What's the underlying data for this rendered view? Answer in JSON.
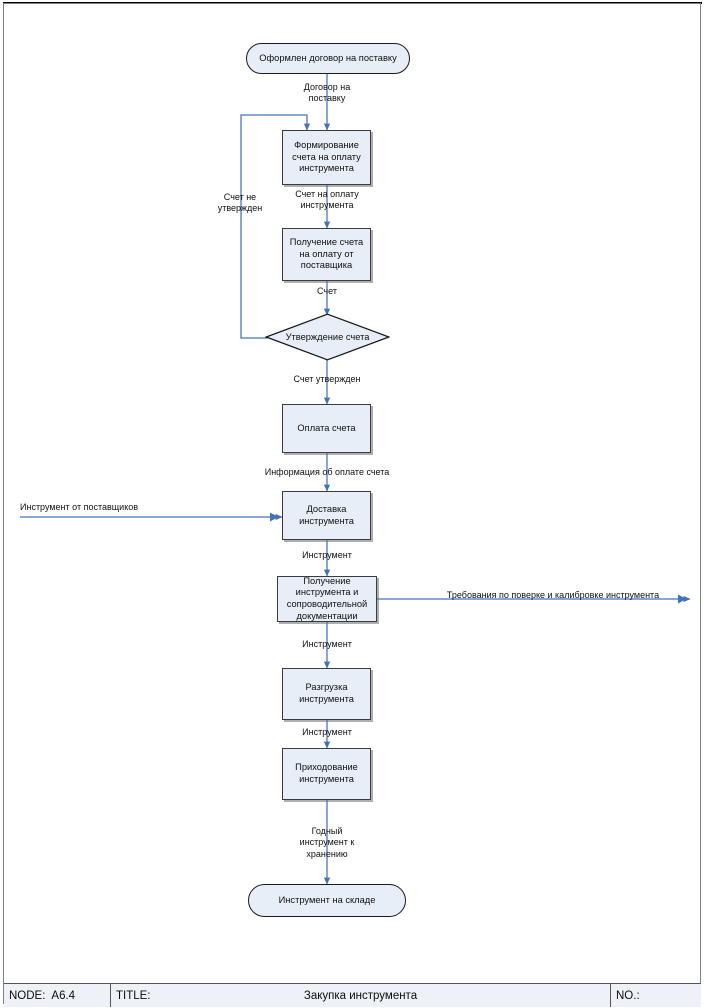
{
  "diagram": {
    "type": "flowchart",
    "title": "Закупка инструмента",
    "colors": {
      "node_fill": "#e8eef8",
      "node_border": "#3b3b3b",
      "wire": "#4472b8",
      "frame": "#808080"
    },
    "nodes": [
      {
        "id": "start",
        "shape": "terminal",
        "label": "Оформлен договор на поставку"
      },
      {
        "id": "form-invoice",
        "shape": "process",
        "label": "Формирование\nсчета на оплату\nинструмента"
      },
      {
        "id": "get-invoice",
        "shape": "process",
        "label": "Получение счета\nна оплату от\nпоставщика"
      },
      {
        "id": "approve",
        "shape": "decision",
        "label": "Утверждение счета"
      },
      {
        "id": "pay",
        "shape": "process",
        "label": "Оплата счета"
      },
      {
        "id": "delivery",
        "shape": "process",
        "label": "Доставка\nинструмента"
      },
      {
        "id": "receive",
        "shape": "process",
        "label": "Получение\nинструмента и\nсопроводительной\nдокументации"
      },
      {
        "id": "unload",
        "shape": "process",
        "label": "Разгрузка\nинструмента"
      },
      {
        "id": "posting",
        "shape": "process",
        "label": "Приходование\nинструмента"
      },
      {
        "id": "end",
        "shape": "terminal",
        "label": "Инструмент на складе"
      }
    ],
    "edge_labels": [
      {
        "id": "e1",
        "text": "Договор на\nпоставку"
      },
      {
        "id": "e2",
        "text": "Счет на оплату\nинструмента"
      },
      {
        "id": "e3",
        "text": "Счет"
      },
      {
        "id": "e4",
        "text": "Счет не\nутвержден"
      },
      {
        "id": "e5",
        "text": "Счет утвержден"
      },
      {
        "id": "e6",
        "text": "Информация об оплате счета"
      },
      {
        "id": "e7",
        "text": "Инструмент от поставщиков"
      },
      {
        "id": "e8",
        "text": "Инструмент"
      },
      {
        "id": "e9",
        "text": "Требования по поверке и калибровке инструмента"
      },
      {
        "id": "e10",
        "text": "Инструмент"
      },
      {
        "id": "e11",
        "text": "Инструмент"
      },
      {
        "id": "e12",
        "text": "Годный\nинструмент к\nхранению"
      }
    ]
  },
  "footer": {
    "node_label": "NODE:",
    "node_value": "A6.4",
    "title_label": "TITLE:",
    "title_value": "Закупка инструмента",
    "no_label": "NO.:"
  }
}
